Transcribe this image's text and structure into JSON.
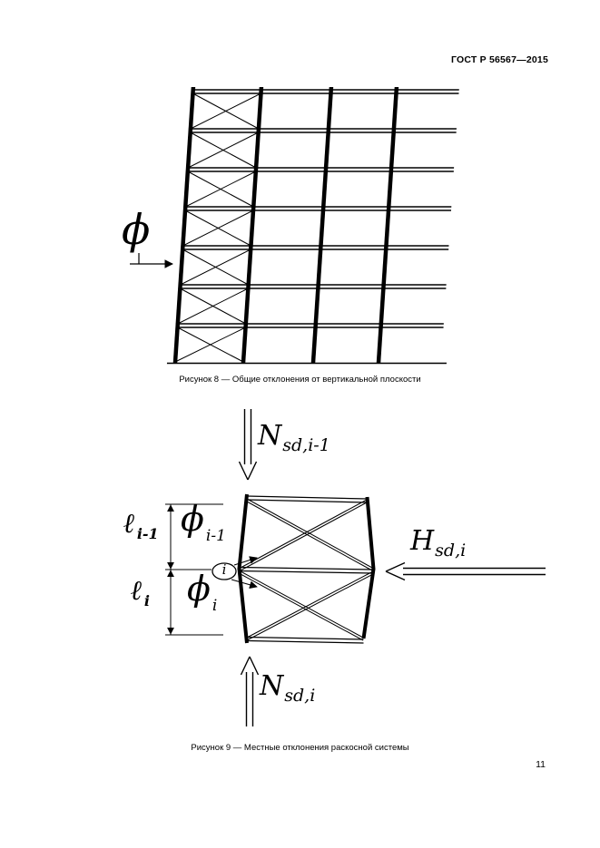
{
  "header": {
    "standard": "ГОСТ Р 56567—2015"
  },
  "page_number": "11",
  "figure8": {
    "caption": "Рисунок 8 — Общие отклонения от вертикальной плоскости",
    "phi_label": "ϕ"
  },
  "figure9": {
    "caption": "Рисунок 9 — Местные отклонения раскосной системы",
    "labels": {
      "force_top": {
        "main": "N",
        "sub": "sd,i-1"
      },
      "force_right": {
        "main": "H",
        "sub": "sd,i"
      },
      "force_bottom": {
        "main": "N",
        "sub": "sd,i"
      },
      "length_upper": {
        "main": "ℓ",
        "sub": "i-1"
      },
      "length_lower": {
        "main": "ℓ",
        "sub": "i"
      },
      "phi_upper": {
        "main": "ϕ",
        "sub": "i-1"
      },
      "phi_lower": {
        "main": "ϕ",
        "sub": "i"
      },
      "node": "i"
    }
  }
}
